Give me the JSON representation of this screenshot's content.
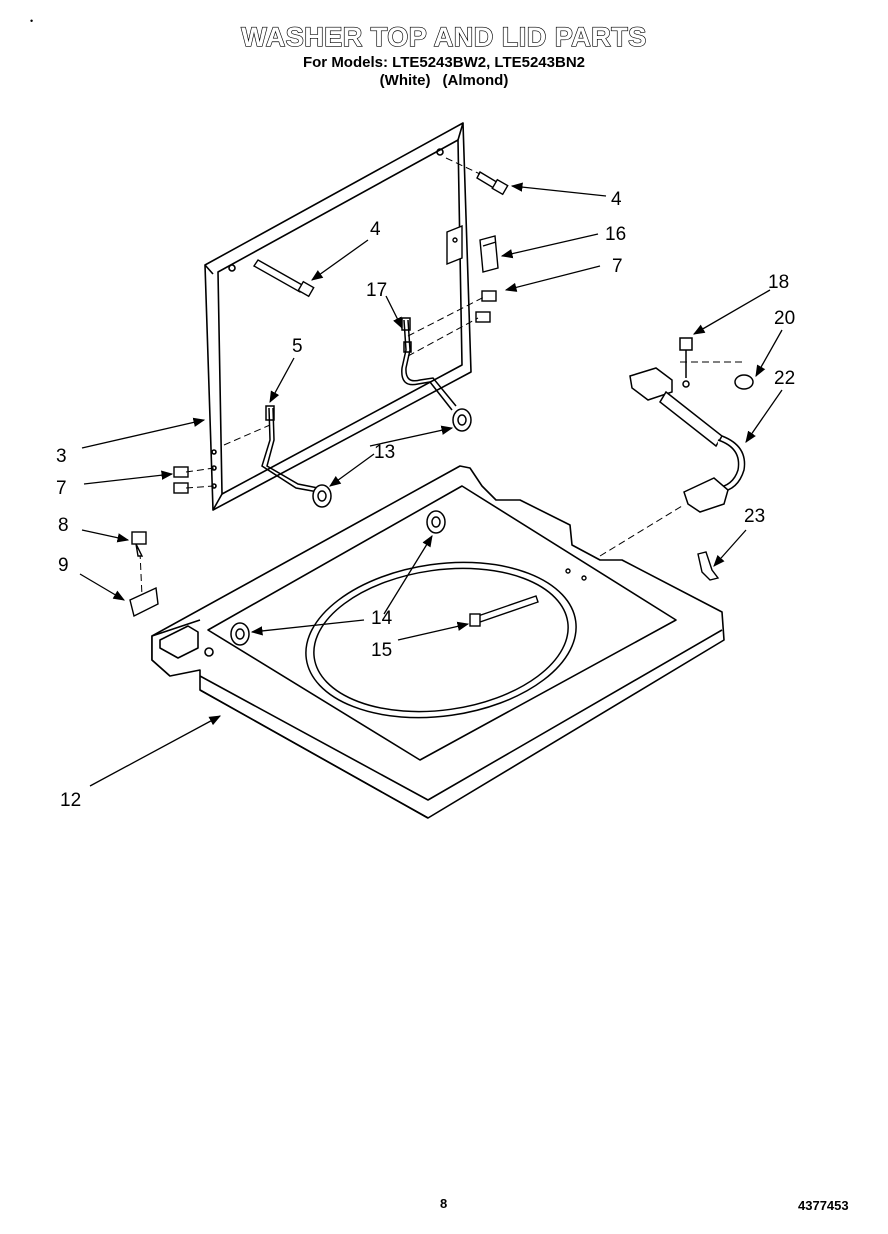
{
  "header": {
    "title": "WASHER TOP AND LID PARTS",
    "models_line": "For Models: LTE5243BW2, LTE5243BN2",
    "color_white": "(White)",
    "color_almond": "(Almond)"
  },
  "callouts": [
    {
      "id": "c4a",
      "text": "4"
    },
    {
      "id": "c4b",
      "text": "4"
    },
    {
      "id": "c16",
      "text": "16"
    },
    {
      "id": "c7a",
      "text": "7"
    },
    {
      "id": "c17",
      "text": "17"
    },
    {
      "id": "c5",
      "text": "5"
    },
    {
      "id": "c3",
      "text": "3"
    },
    {
      "id": "c7b",
      "text": "7"
    },
    {
      "id": "c13",
      "text": "13"
    },
    {
      "id": "c8",
      "text": "8"
    },
    {
      "id": "c9",
      "text": "9"
    },
    {
      "id": "c14",
      "text": "14"
    },
    {
      "id": "c15",
      "text": "15"
    },
    {
      "id": "c12",
      "text": "12"
    },
    {
      "id": "c18",
      "text": "18"
    },
    {
      "id": "c20",
      "text": "20"
    },
    {
      "id": "c22",
      "text": "22"
    },
    {
      "id": "c23",
      "text": "23"
    }
  ],
  "footer": {
    "page_number": "8",
    "document_number": "4377453"
  }
}
